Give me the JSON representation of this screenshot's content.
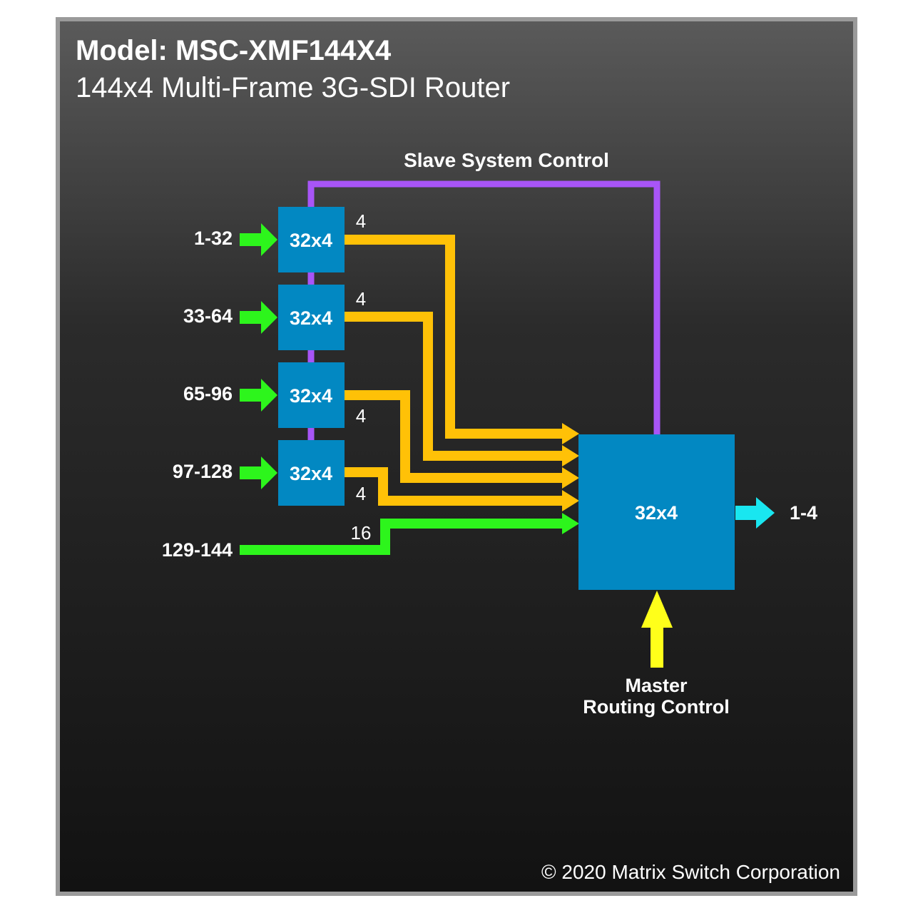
{
  "header": {
    "title": "Model: MSC-XMF144X4",
    "subtitle": "144x4 Multi-Frame 3G-SDI Router"
  },
  "slave_control": {
    "label": "Slave System Control"
  },
  "inputs": [
    {
      "label": "1-32",
      "module": "32x4",
      "count": "4"
    },
    {
      "label": "33-64",
      "module": "32x4",
      "count": "4"
    },
    {
      "label": "65-96",
      "module": "32x4",
      "count": "4"
    },
    {
      "label": "97-128",
      "module": "32x4",
      "count": "4"
    }
  ],
  "direct_input": {
    "label": "129-144",
    "count": "16"
  },
  "main_module": {
    "label": "32x4"
  },
  "output": {
    "label": "1-4"
  },
  "master_control": {
    "line1": "Master",
    "line2": "Routing Control"
  },
  "copyright": "© 2020 Matrix Switch Corporation",
  "colors": {
    "module_blue": "#0288c2",
    "slave_purple": "#a855f7",
    "signal_orange": "#ffc107",
    "input_green": "#2df51c",
    "output_cyan": "#19e6f0",
    "master_yellow": "#ffff1a"
  }
}
